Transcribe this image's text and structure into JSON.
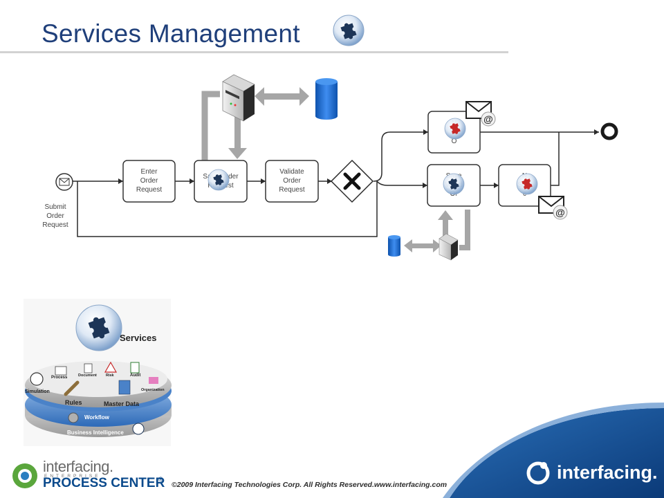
{
  "slide": {
    "title": "Services Management",
    "footer": "©2009 Interfacing Technologies Corp. All Rights Reserved.www.interfacing.com"
  },
  "branding": {
    "product_top": "interfacing.",
    "product_sub": "ENTERPRISE",
    "product_main": "PROCESS CENTER",
    "product_reg": "®",
    "company": "interfacing."
  },
  "process": {
    "start_event_label": [
      "Submit",
      "Order",
      "Request"
    ],
    "tasks": {
      "enter_order": [
        "Enter",
        "Order",
        "Request"
      ],
      "save_order": [
        "Save Order",
        "Request"
      ],
      "validate_order": [
        "Validate",
        "Order",
        "Request"
      ],
      "notify_failed": [
        "N",
        "fa",
        "O"
      ],
      "save_validated": [
        "Save",
        "Va ed",
        "Or"
      ],
      "notify_success": [
        "N",
        "Su o",
        "c"
      ]
    }
  },
  "stack": {
    "services": "Services",
    "process": "Process",
    "document": "Document",
    "risk": "Risk",
    "audit": "Audit",
    "organization": "Organization",
    "simulation": "Simulation",
    "rules": "Rules",
    "master_data": "Master Data",
    "workflow": "Workflow",
    "business_intelligence": "Business Intelligence"
  },
  "colors": {
    "title": "#1f3f7a",
    "connector_gray": "#a6a6a6",
    "database_blue": "#1f6fd1",
    "brand_blue": "#0b4a8c",
    "stack_blue": "#4a82c8"
  }
}
